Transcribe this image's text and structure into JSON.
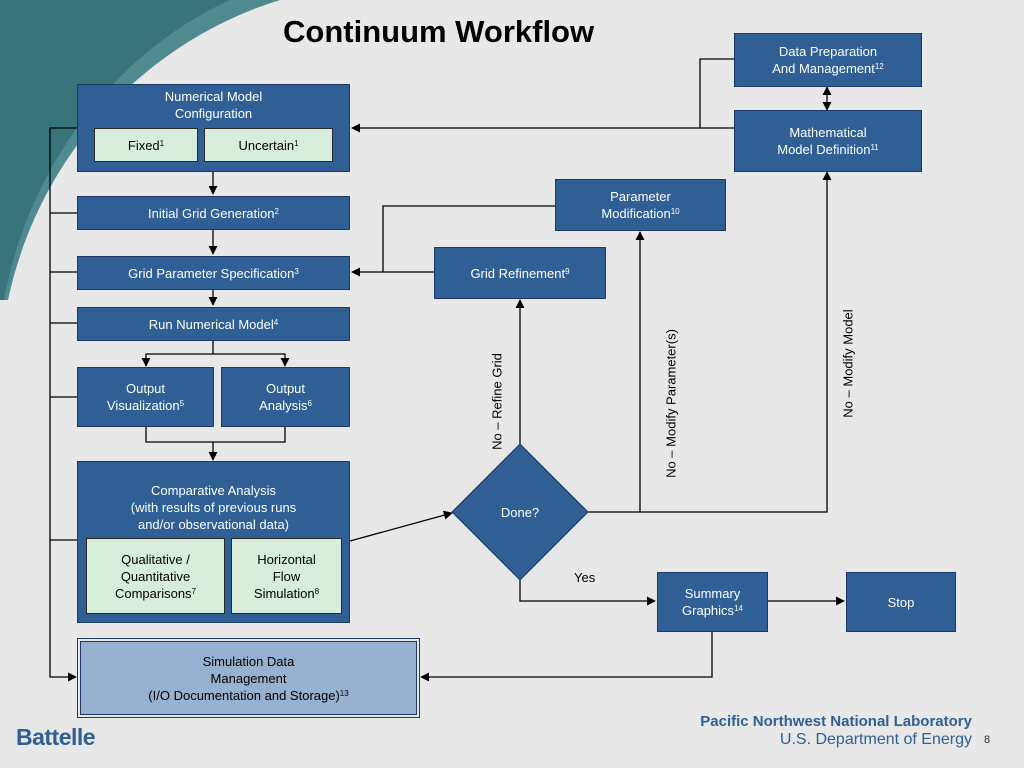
{
  "title": "Continuum Workflow",
  "boxes": {
    "data_prep": {
      "line1": "Data Preparation",
      "line2": "And Management",
      "ref": "12"
    },
    "math_model": {
      "line1": "Mathematical",
      "line2": "Model Definition",
      "ref": "11"
    },
    "num_config": {
      "line1": "Numerical Model",
      "line2": "Configuration",
      "fixed": "Fixed",
      "fixed_ref": "1",
      "uncertain": "Uncertain",
      "uncertain_ref": "1"
    },
    "initial_grid": {
      "label": "Initial Grid Generation",
      "ref": "2"
    },
    "param_mod": {
      "line1": "Parameter",
      "line2": "Modification",
      "ref": "10"
    },
    "grid_param": {
      "label": "Grid Parameter Specification",
      "ref": "3"
    },
    "grid_ref": {
      "label": "Grid Refinement",
      "ref": "9"
    },
    "run_model": {
      "label": "Run Numerical Model",
      "ref": "4"
    },
    "out_vis": {
      "line1": "Output",
      "line2": "Visualization",
      "ref": "5"
    },
    "out_ana": {
      "line1": "Output",
      "line2": "Analysis",
      "ref": "6"
    },
    "comp": {
      "line1": "Comparative Analysis",
      "line2": "(with results of previous runs",
      "line3": "and/or observational data)",
      "qual1": "Qualitative /",
      "qual2": "Quantitative",
      "qual3": "Comparisons",
      "qual_ref": "7",
      "hor1": "Horizontal",
      "hor2": "Flow",
      "hor3": "Simulation",
      "hor_ref": "8"
    },
    "done": {
      "label": "Done?"
    },
    "summary": {
      "line1": "Summary",
      "line2": "Graphics",
      "ref": "14"
    },
    "stop": {
      "label": "Stop"
    },
    "sdm": {
      "line1": "Simulation Data",
      "line2": "Management",
      "line3": "(I/O Documentation and Storage)",
      "ref": "13"
    }
  },
  "labels": {
    "refine": "No – Refine Grid",
    "modify_param": "No – Modify Parameter(s)",
    "modify_model": "No – Modify Model",
    "yes": "Yes"
  },
  "footer": {
    "logo": "Battelle",
    "lab": "Pacific Northwest National Laboratory",
    "dept": "U.S. Department of Energy",
    "page": "8"
  },
  "colors": {
    "box_fill": "#2f5f95",
    "inner_fill": "#d6eedb",
    "sdm_fill": "#97b1d0",
    "background": "#e8e8e8"
  }
}
